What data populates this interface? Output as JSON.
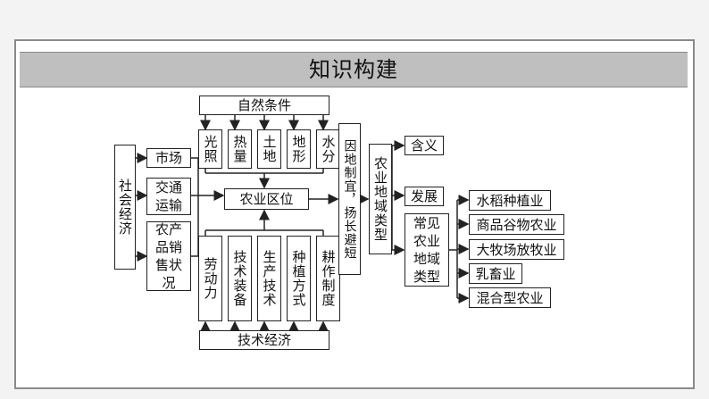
{
  "title": "知识构建",
  "nodes": {
    "natural": "自然条件",
    "light": "光照",
    "heat": "热量",
    "soil": "土地",
    "terrain": "地形",
    "water": "水分",
    "socio": "社会经济",
    "market": "市场",
    "transport": "交通运输",
    "storage": "农产品销售状况",
    "location": "农业区位",
    "adapt": "因地制宜，扬长避短",
    "region_types": "农业地域类型",
    "meaning": "含义",
    "development": "发展",
    "common_types": "常见农业地域类型",
    "labor": "劳动力",
    "equipment": "技术装备",
    "prodtech": "生产技术",
    "planting": "种植方式",
    "tillage": "耕作制度",
    "techecon": "技术经济"
  },
  "types": [
    "水稻种植业",
    "商品谷物农业",
    "大牧场放牧业",
    "乳畜业",
    "混合型农业"
  ]
}
